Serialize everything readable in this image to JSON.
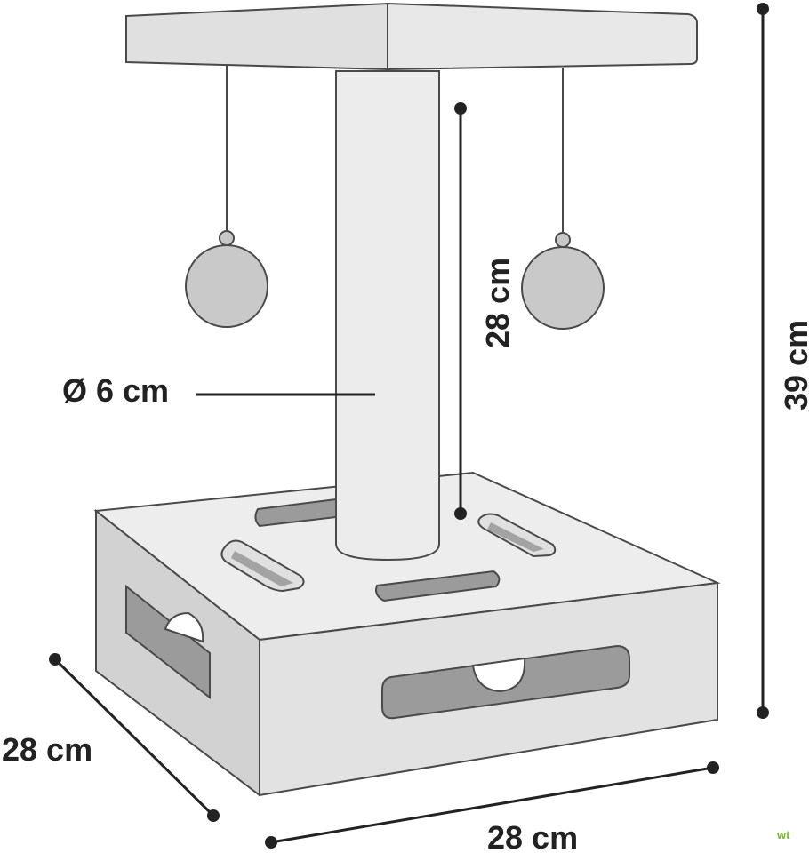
{
  "labels": {
    "post_diameter": "Ø 6 cm",
    "post_height": "28 cm",
    "total_height": "39 cm",
    "base_depth": "28 cm",
    "base_width": "28 cm"
  },
  "watermark": "wt",
  "colors": {
    "outline": "#4a4a4a",
    "fill_light": "#ececec",
    "fill_mid": "#d6d6d6",
    "fill_dark": "#9b9b9b",
    "dimension_line": "#222222",
    "watermark": "#7fb539"
  }
}
